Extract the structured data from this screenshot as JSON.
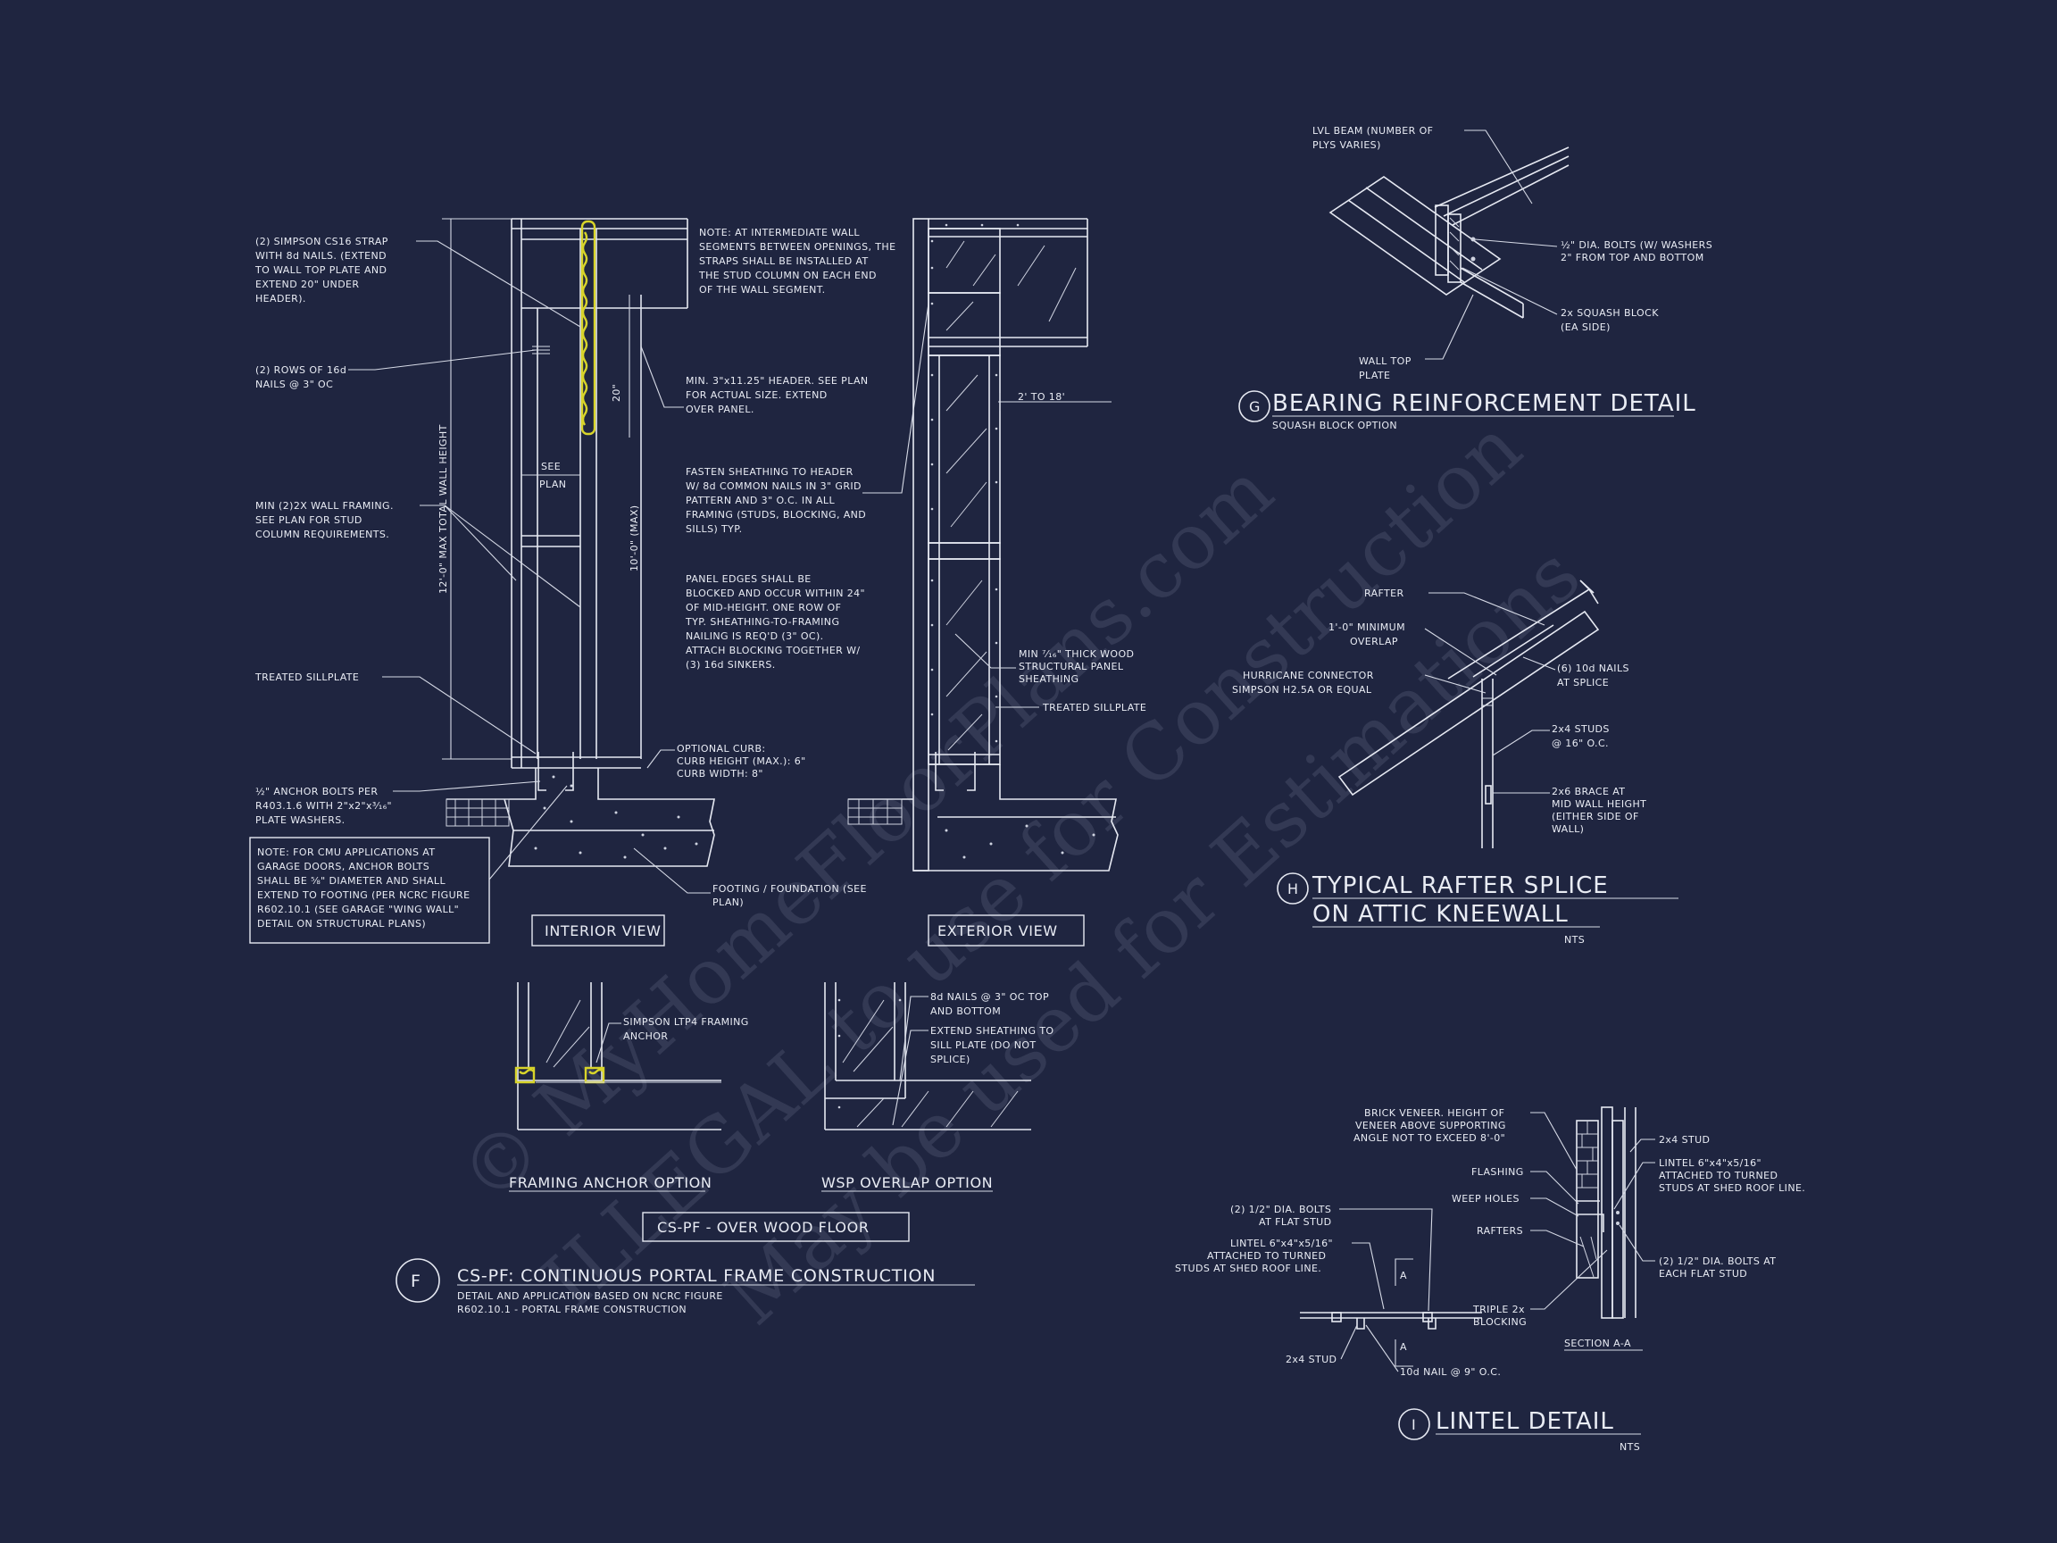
{
  "watermark": {
    "line1": "© MyHomeFloorPlans.com",
    "line2": "ILLEGAL to use for Construction",
    "line3": "May be used for Estimations"
  },
  "detail_f": {
    "marker": "F",
    "title": "CS-PF: CONTINUOUS PORTAL FRAME CONSTRUCTION",
    "subtitle1": "DETAIL AND APPLICATION BASED ON NCRC FIGURE",
    "subtitle2": "R602.10.1 - PORTAL FRAME CONSTRUCTION",
    "interior_view": "INTERIOR VIEW",
    "exterior_view": "EXTERIOR VIEW",
    "framing_anchor_option": "FRAMING ANCHOR OPTION",
    "wsp_overlap_option": "WSP OVERLAP OPTION",
    "over_wood_floor": "CS-PF - OVER WOOD FLOOR",
    "total_height_dim": "12'-0\" MAX TOTAL WALL HEIGHT",
    "dim_20": "20\"",
    "dim_10": "10'-0\" (MAX)",
    "dim_2to18": "2' TO 18'",
    "see_plan": [
      "SEE",
      "PLAN"
    ],
    "notes_left": [
      [
        "(2) SIMPSON CS16 STRAP",
        "WITH 8d NAILS. (EXTEND",
        "TO WALL TOP PLATE AND",
        "EXTEND 20\" UNDER",
        "HEADER)."
      ],
      [
        "(2) ROWS OF 16d",
        "NAILS @ 3\" OC"
      ],
      [
        "MIN (2)2X WALL FRAMING.",
        "SEE PLAN FOR STUD",
        "COLUMN REQUIREMENTS."
      ],
      [
        "TREATED SILLPLATE"
      ],
      [
        "½\" ANCHOR BOLTS PER",
        "R403.1.6 WITH 2\"x2\"x³⁄₁₆\"",
        "PLATE WASHERS."
      ]
    ],
    "note_cmu": [
      "NOTE: FOR CMU APPLICATIONS AT",
      "GARAGE DOORS, ANCHOR BOLTS",
      "SHALL BE ⅝\" DIAMETER AND SHALL",
      "EXTEND TO FOOTING (PER NCRC FIGURE",
      "R602.10.1 (SEE GARAGE \"WING WALL\"",
      "DETAIL ON STRUCTURAL PLANS)"
    ],
    "notes_center": [
      [
        "NOTE: AT INTERMEDIATE WALL",
        "SEGMENTS BETWEEN OPENINGS, THE",
        "STRAPS SHALL BE INSTALLED AT",
        "THE STUD COLUMN ON EACH END",
        "OF THE WALL SEGMENT."
      ],
      [
        "MIN. 3\"x11.25\" HEADER. SEE PLAN",
        "FOR ACTUAL SIZE. EXTEND",
        "OVER PANEL."
      ],
      [
        "FASTEN SHEATHING TO HEADER",
        "W/ 8d COMMON NAILS IN 3\" GRID",
        "PATTERN AND 3\" O.C. IN ALL",
        "FRAMING (STUDS, BLOCKING, AND",
        "SILLS) TYP."
      ],
      [
        "PANEL EDGES SHALL BE",
        "BLOCKED AND OCCUR WITHIN 24\"",
        "OF MID-HEIGHT.  ONE ROW OF",
        "TYP. SHEATHING-TO-FRAMING",
        "NAILING IS REQ'D (3\" OC).",
        "ATTACH BLOCKING TOGETHER W/",
        "(3) 16d SINKERS."
      ],
      [
        "OPTIONAL CURB:",
        "CURB HEIGHT (MAX.): 6\"",
        "CURB WIDTH: 8\""
      ],
      [
        "FOOTING / FOUNDATION (SEE",
        "PLAN)"
      ]
    ],
    "notes_right": [
      [
        "MIN ⁷⁄₁₆\" THICK WOOD",
        "STRUCTURAL PANEL",
        "SHEATHING"
      ],
      [
        "TREATED SILLPLATE"
      ]
    ],
    "notes_lower": [
      [
        "SIMPSON LTP4 FRAMING",
        "ANCHOR"
      ],
      [
        "8d NAILS @ 3\" OC TOP",
        "AND BOTTOM"
      ],
      [
        "EXTEND SHEATHING TO",
        "SILL PLATE (DO NOT",
        "SPLICE)"
      ]
    ]
  },
  "detail_g": {
    "marker": "G",
    "title": "BEARING REINFORCEMENT DETAIL",
    "subtitle": "SQUASH BLOCK OPTION",
    "labels": [
      [
        "LVL BEAM (NUMBER OF",
        "PLYS VARIES)"
      ],
      [
        "½\" DIA. BOLTS (W/ WASHERS",
        "2\" FROM TOP AND BOTTOM"
      ],
      [
        "2x SQUASH BLOCK",
        "(EA SIDE)"
      ],
      [
        "WALL TOP",
        "PLATE"
      ]
    ]
  },
  "detail_h": {
    "marker": "H",
    "title1": "TYPICAL RAFTER SPLICE",
    "title2": "ON ATTIC KNEEWALL",
    "scale": "NTS",
    "labels": [
      [
        "RAFTER"
      ],
      [
        "1'-0\" MINIMUM",
        "OVERLAP"
      ],
      [
        "HURRICANE CONNECTOR",
        "SIMPSON H2.5A OR EQUAL"
      ],
      [
        "(6) 10d NAILS",
        "AT SPLICE"
      ],
      [
        "2x4 STUDS",
        "@ 16\" O.C."
      ],
      [
        "2x6 BRACE AT",
        "MID WALL HEIGHT",
        "(EITHER SIDE OF",
        "WALL)"
      ]
    ]
  },
  "detail_i": {
    "marker": "I",
    "title": "LINTEL DETAIL",
    "scale": "NTS",
    "section_label": "SECTION A-A",
    "cut_marker": "A",
    "labels": [
      [
        "BRICK VENEER.  HEIGHT OF",
        "VENEER ABOVE SUPPORTING",
        "ANGLE NOT TO EXCEED 8'-0\""
      ],
      [
        "FLASHING"
      ],
      [
        "WEEP HOLES"
      ],
      [
        "RAFTERS"
      ],
      [
        "2x4 STUD"
      ],
      [
        "LINTEL 6\"x4\"x5/16\"",
        "ATTACHED TO TURNED",
        "STUDS AT SHED ROOF LINE."
      ],
      [
        "(2) 1/2\" DIA. BOLTS AT",
        "EACH FLAT STUD"
      ],
      [
        "(2) 1/2\" DIA. BOLTS",
        "AT FLAT STUD"
      ],
      [
        "LINTEL 6\"x4\"x5/16\"",
        "ATTACHED TO TURNED",
        "STUDS AT SHED ROOF LINE."
      ],
      [
        "TRIPLE 2x",
        "BLOCKING"
      ],
      [
        "2x4 STUD"
      ],
      [
        "10d NAIL @ 9\" O.C."
      ]
    ]
  }
}
